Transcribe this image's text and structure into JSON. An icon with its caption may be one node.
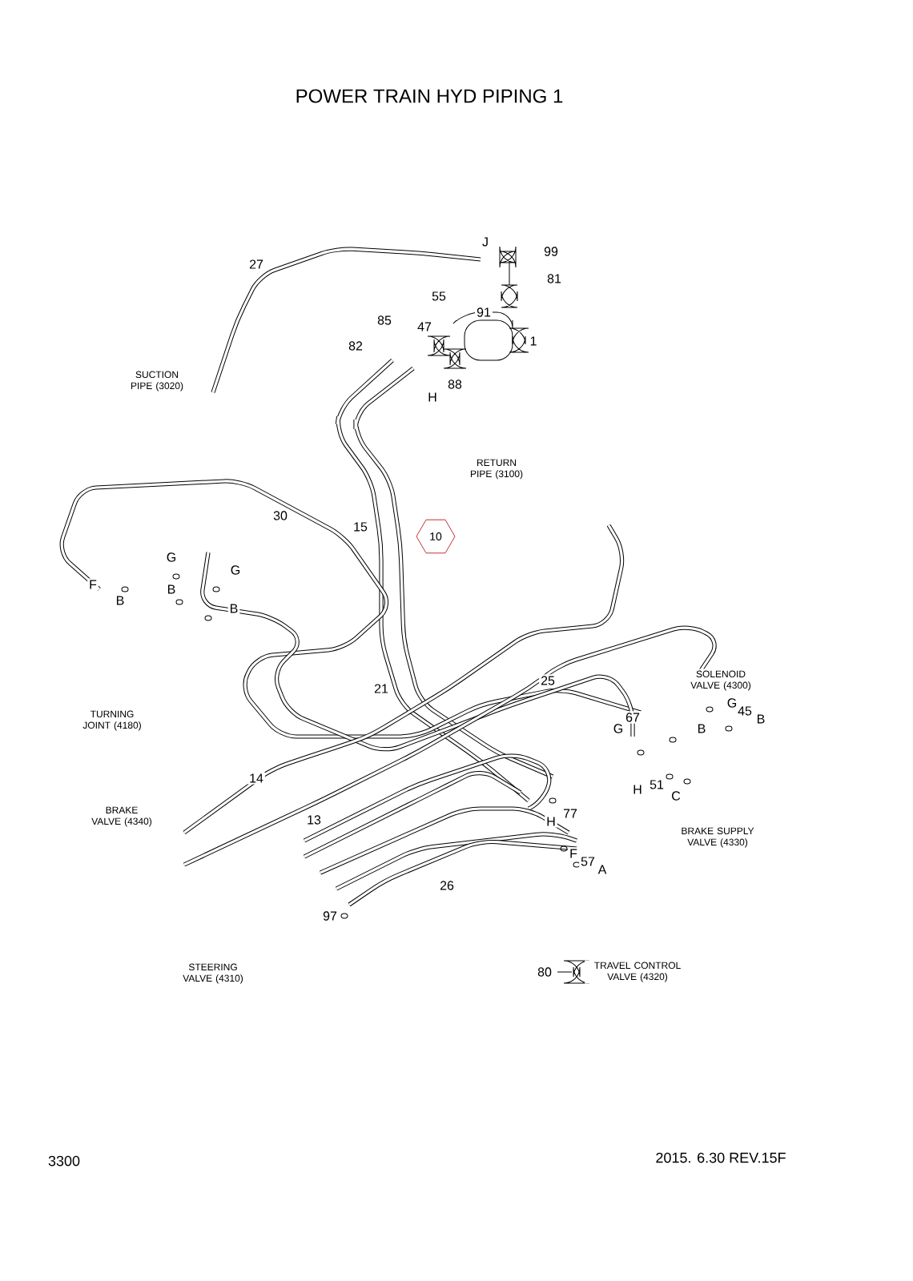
{
  "diagram": {
    "title": "POWER TRAIN HYD PIPING 1",
    "nodes": [
      {
        "text": [
          "10"
        ]
      }
    ],
    "edges": [],
    "labels": [
      "27",
      "J",
      "99",
      "55",
      "81",
      "85",
      "91",
      "47",
      "1",
      "82",
      "88",
      "H",
      "SUCTION PIPE (3020)",
      "RETURN PIPE (3100)",
      "30",
      "15",
      "G",
      "G",
      "F",
      "B",
      "B",
      "B",
      "TURNING JOINT (4180)",
      "21",
      "25",
      "SOLENOID VALVE (4300)",
      "G",
      "45",
      "B",
      "67",
      "G",
      "B",
      "H",
      "51",
      "C",
      "14",
      "77",
      "H",
      "BRAKE VALVE (4340)",
      "13",
      "BRAKE SUPPLY VALVE (4330)",
      "F",
      "57",
      "A",
      "26",
      "97",
      "STEERING VALVE (4310)",
      "80",
      "TRAVEL CONTROL VALVE (4320)",
      "3300",
      "2015. 6.30  REV.15F"
    ]
  }
}
